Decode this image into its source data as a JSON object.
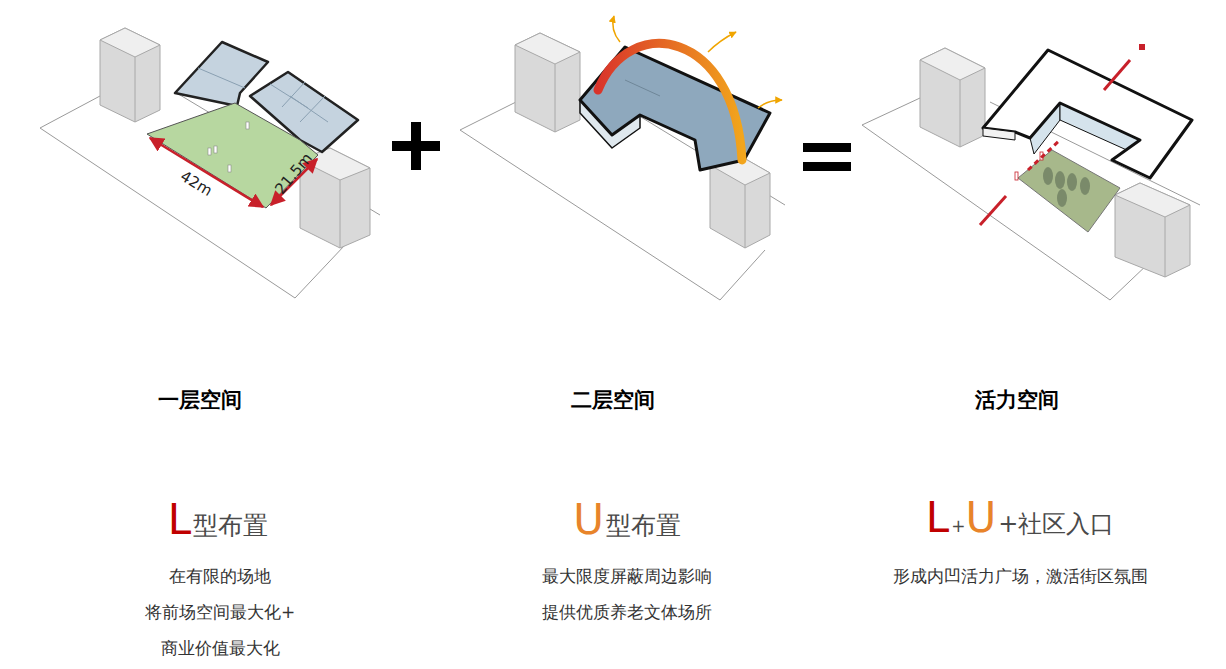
{
  "diagram": {
    "labels": [
      "42m",
      "21.5m",
      "一层空间",
      "二层空间",
      "活力空间",
      "L",
      "型布置",
      "U",
      "型布置",
      "L",
      "+",
      "U",
      "+社区入口",
      "在有限的场地",
      "将前场空间最大化+",
      "商业价值最大化",
      "最大限度屏蔽周边影响",
      "提供优质养老文体场所",
      "形成内凹活力广场，激活街区氛围"
    ]
  }
}
